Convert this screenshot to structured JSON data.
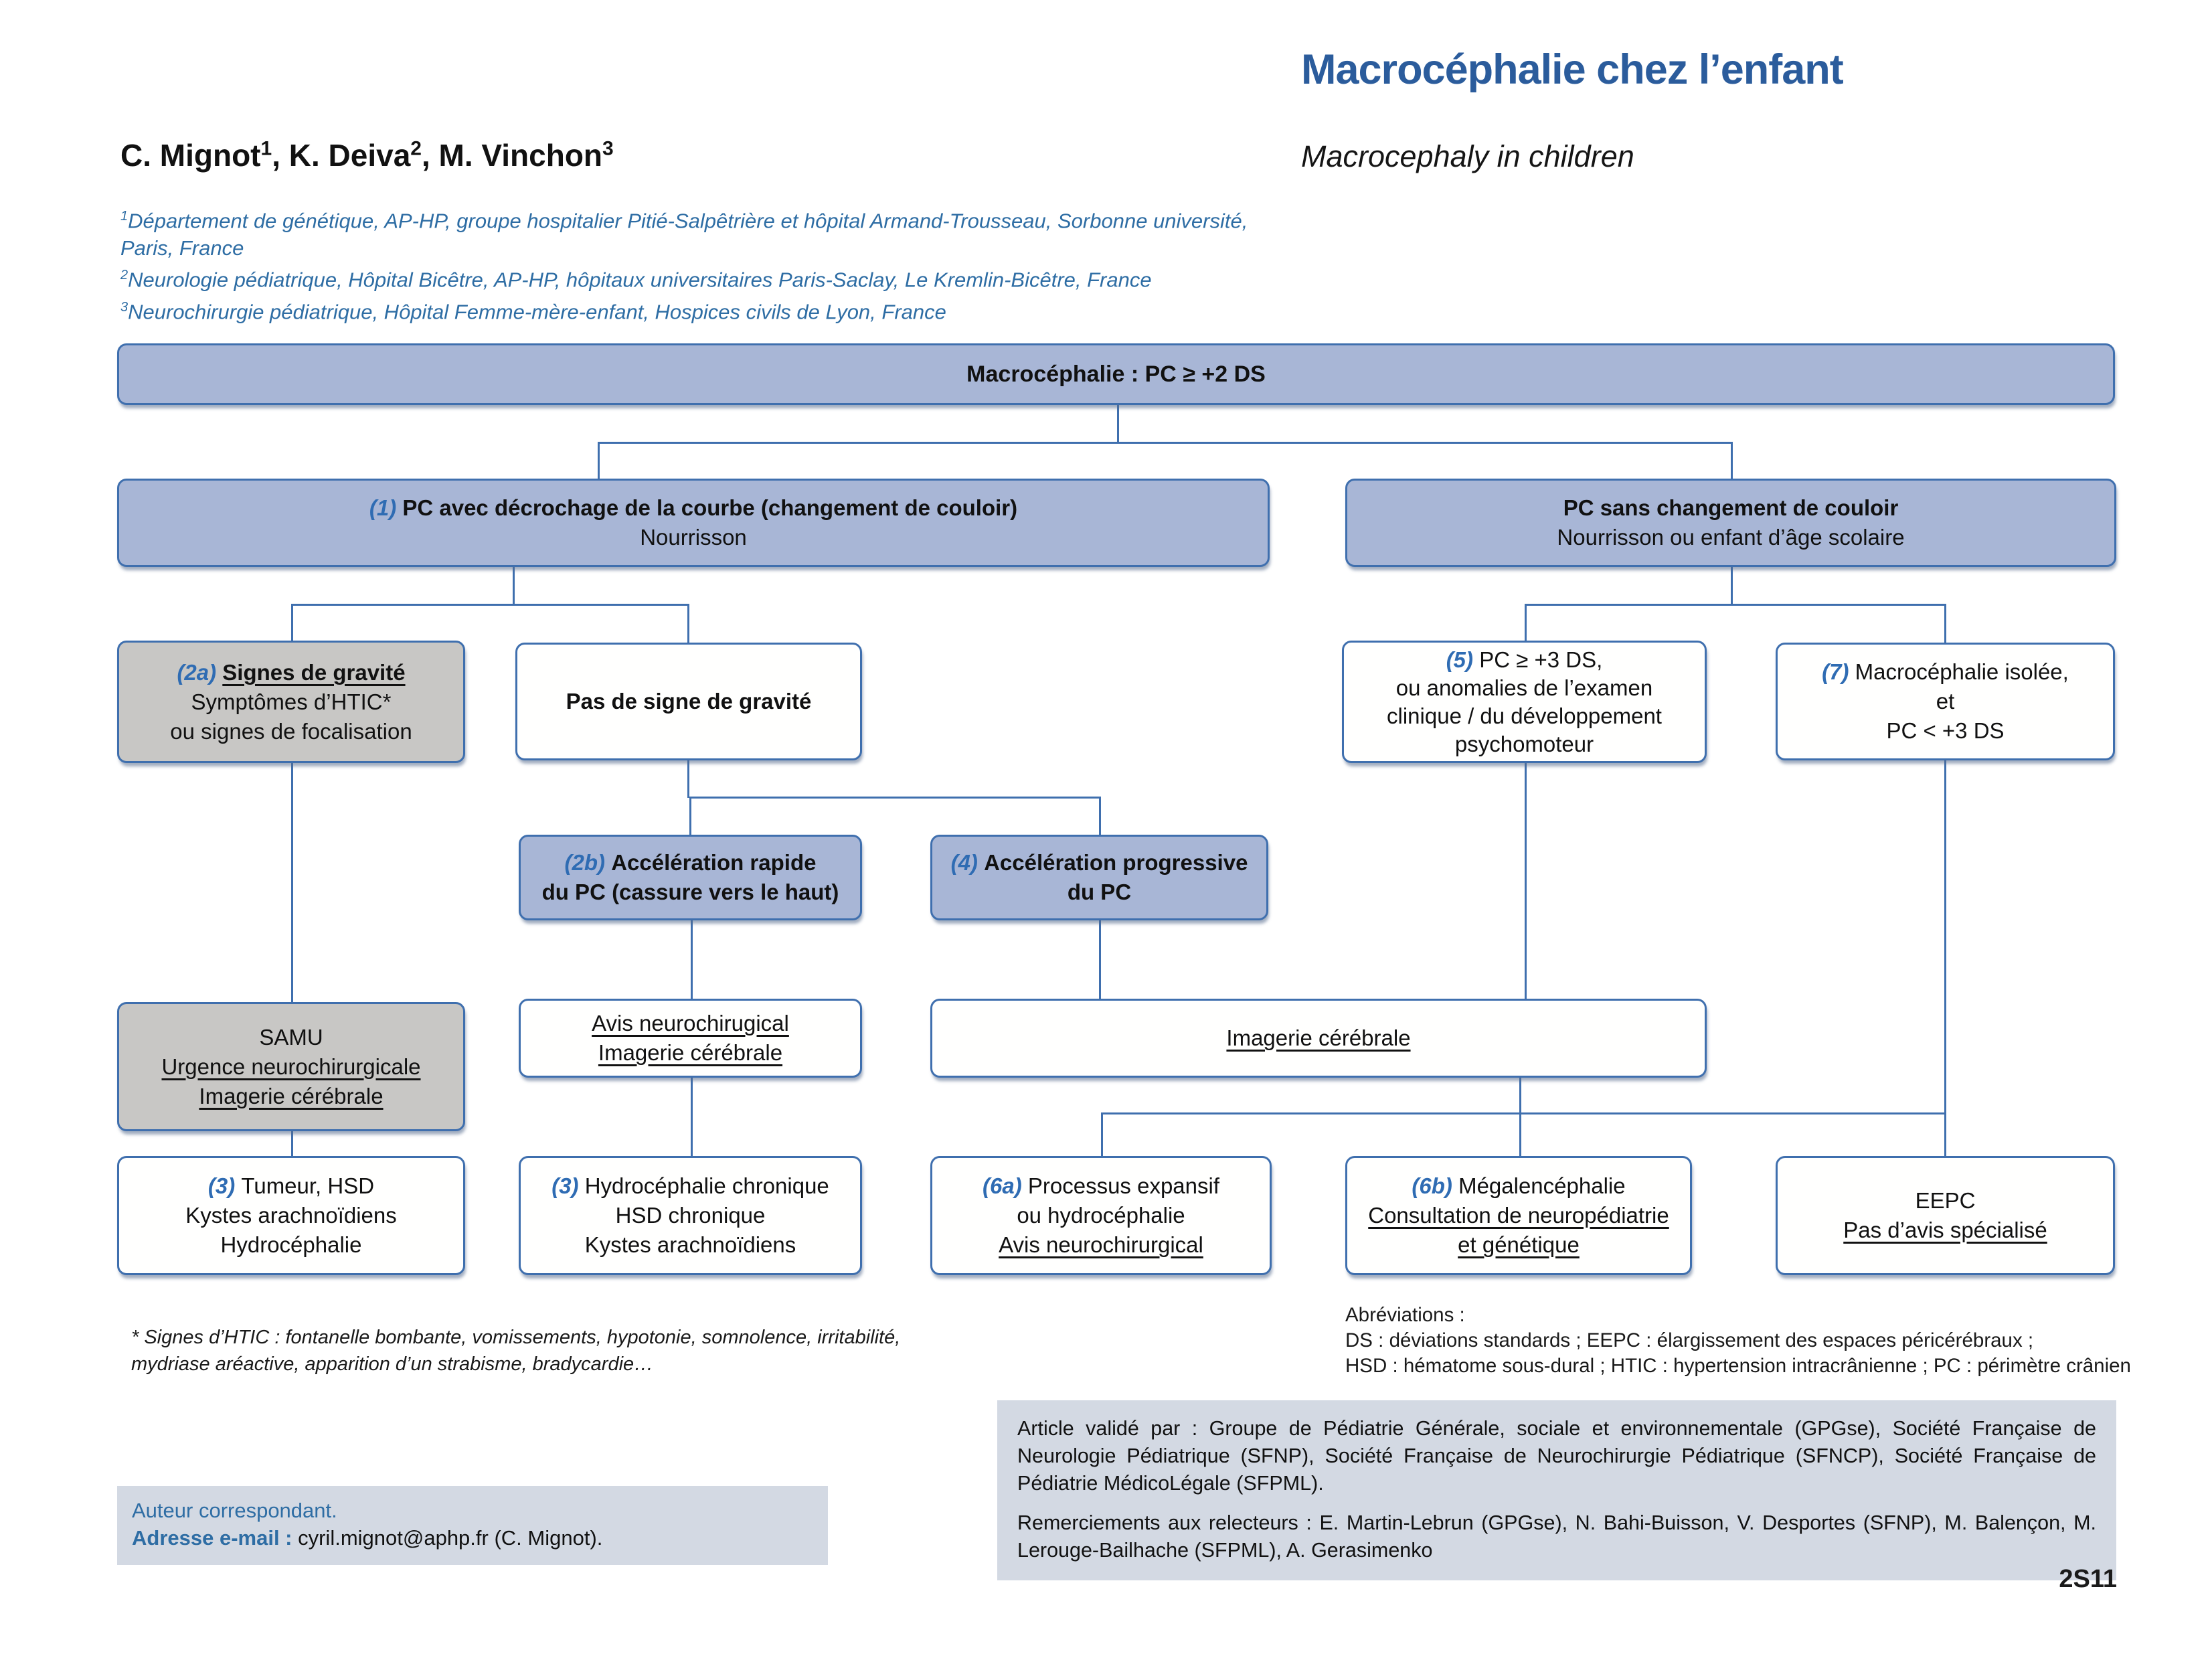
{
  "header": {
    "title_fr": "Macrocéphalie chez l’enfant",
    "title_en": "Macrocephaly in children",
    "authors": [
      {
        "text": "C. Mignot",
        "sup": "1"
      },
      {
        "text": ", K. Deiva",
        "sup": "2"
      },
      {
        "text": ", M. Vinchon",
        "sup": "3"
      }
    ],
    "affiliations": [
      {
        "sup": "1",
        "text": "Département de génétique, AP-HP, groupe hospitalier Pitié-Salpêtrière et hôpital Armand-Trousseau, Sorbonne université, Paris, France"
      },
      {
        "sup": "2",
        "text": "Neurologie pédiatrique, Hôpital Bicêtre, AP-HP, hôpitaux universitaires Paris-Saclay, Le Kremlin-Bicêtre, France"
      },
      {
        "sup": "3",
        "text": "Neurochirurgie pédiatrique, Hôpital Femme-mère-enfant, Hospices civils de Lyon, France"
      }
    ]
  },
  "flow": {
    "root": {
      "text": "Macrocéphalie : PC ≥ +2 DS"
    },
    "b1": {
      "num": "(1) ",
      "title": "PC avec décrochage de la courbe (changement de couloir)",
      "sub": "Nourrisson"
    },
    "bright": {
      "title": "PC sans changement de couloir",
      "sub": "Nourrisson ou enfant d’âge scolaire"
    },
    "b2a": {
      "num": "(2a) ",
      "title": "Signes de gravité",
      "line2": "Symptômes d’HTIC*",
      "line3": "ou signes de focalisation"
    },
    "bnosign": {
      "title": "Pas de signe de gravité"
    },
    "b5": {
      "num": "(5) ",
      "line1": "PC ≥ +3 DS,",
      "line2": "ou anomalies de l’examen",
      "line3": "clinique / du développement",
      "line4": "psychomoteur"
    },
    "b7": {
      "num": "(7) ",
      "line1": "Macrocéphalie isolée,",
      "line2": "et",
      "line3": "PC < +3 DS"
    },
    "b2b": {
      "num": "(2b) ",
      "line1": "Accélération rapide",
      "line2": "du PC (cassure vers le haut)"
    },
    "b4": {
      "num": "(4) ",
      "line1": "Accélération progressive",
      "line2": "du PC"
    },
    "bsamu": {
      "line1": "SAMU",
      "line2": "Urgence neurochirurgicale",
      "line3": "Imagerie cérébrale"
    },
    "bavis": {
      "line1": "Avis neurochirugical",
      "line2": "Imagerie cérébrale"
    },
    "bimagerie": {
      "line1": "Imagerie cérébrale"
    },
    "b3a": {
      "num": "(3) ",
      "line1": "Tumeur, HSD",
      "line2": "Kystes arachnoïdiens",
      "line3": "Hydrocéphalie"
    },
    "b3b": {
      "num": "(3) ",
      "line1": "Hydrocéphalie chronique",
      "line2": "HSD chronique",
      "line3": "Kystes arachnoïdiens"
    },
    "b6a": {
      "num": "(6a) ",
      "line1": "Processus expansif",
      "line2": "ou hydrocéphalie",
      "line3": "Avis neurochirurgical"
    },
    "b6b": {
      "num": "(6b) ",
      "line1": "Mégalencéphalie",
      "line2": "Consultation de neuropédiatrie",
      "line3": "et génétique"
    },
    "beepc": {
      "line1": "EEPC",
      "line2": "Pas d’avis spécialisé"
    }
  },
  "notes": {
    "htic_line1": "* Signes d’HTIC : fontanelle bombante, vomissements, hypotonie, somnolence, irritabilité,",
    "htic_line2": "mydriase aréactive, apparition d’un strabisme, bradycardie…",
    "abbr_title": "Abréviations :",
    "abbr_line1": "DS : déviations standards ; EEPC : élargissement des espaces péricérébraux ;",
    "abbr_line2": "HSD : hématome sous-dural ; HTIC : hypertension intracrânienne ; PC : périmètre crânien"
  },
  "validation": {
    "p1": "Article validé par : Groupe de Pédiatrie Générale, sociale et environnementale (GPGse), Société Française de Neurologie Pédiatrique (SFNP), Société Française de Neurochirurgie Pédiatrique (SFNCP), Société Française de Pédiatrie MédicoLégale (SFPML).",
    "p2": "Remerciements aux relecteurs : E. Martin-Lebrun (GPGse), N. Bahi-Buisson, V. Desportes (SFNP), M. Balençon, M. Lerouge-Bailhache (SFPML), A. Gerasimenko"
  },
  "correspondent": {
    "line1": "Auteur correspondant.",
    "label": "Adresse e-mail : ",
    "email": "cyril.mignot@aphp.fr (C. Mignot)."
  },
  "page_number": "2S11",
  "colors": {
    "accent_blue": "#2b5c9c",
    "box_border": "#3f6fae",
    "box_fill_blue": "#a8b6d6",
    "box_fill_gray": "#c8c7c5",
    "panel_fill": "#d3d9e3",
    "number_blue": "#2f6cb3"
  }
}
